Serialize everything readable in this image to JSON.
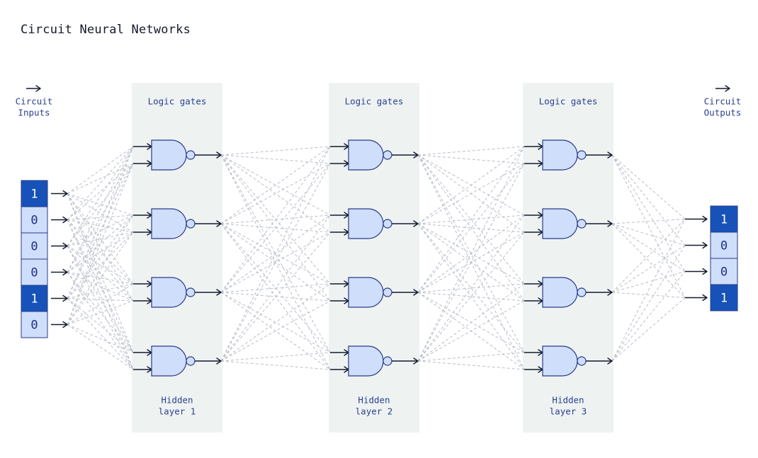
{
  "title": "Circuit Neural Networks",
  "input_label": [
    "Circuit",
    "Inputs"
  ],
  "output_label": [
    "Circuit",
    "Outputs"
  ],
  "inputs": [
    "1",
    "0",
    "0",
    "0",
    "1",
    "0"
  ],
  "outputs": [
    "1",
    "0",
    "0",
    "1"
  ],
  "layers": [
    {
      "header": "Logic gates",
      "footer": [
        "Hidden",
        "layer 1"
      ]
    },
    {
      "header": "Logic gates",
      "footer": [
        "Hidden",
        "layer 2"
      ]
    },
    {
      "header": "Logic gates",
      "footer": [
        "Hidden",
        "layer 3"
      ]
    }
  ],
  "gate_type": "nand-gate-icon",
  "gates_per_layer": 4,
  "arrow_glyph": "→",
  "colors": {
    "text": "#2c3f8f",
    "panel": "#eef3f2",
    "gate_fill": "#cfdefa",
    "gate_stroke": "#2a3a8a",
    "one_fill": "#1652b8",
    "one_text": "#ffffff",
    "zero_fill": "#cfdefa",
    "zero_text": "#1f2f80",
    "wire": "#b9bec8",
    "arrow": "#141a2e"
  }
}
